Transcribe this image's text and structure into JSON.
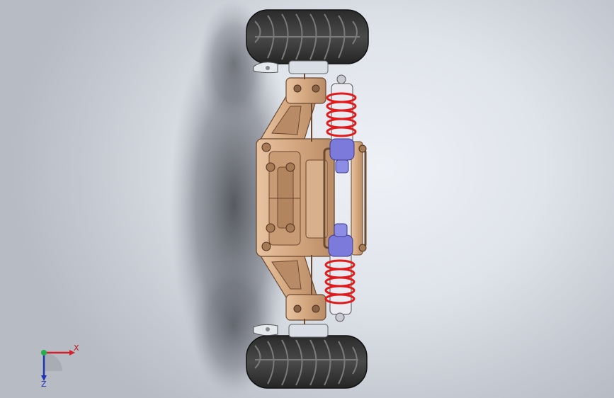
{
  "viewport": {
    "background": "gradient-grey",
    "model": {
      "name": "rc-car-chassis-suspension-assembly",
      "colors": {
        "chassis": "#d9b08c",
        "chassis_shade": "#b88b66",
        "tire": "#3a3a3a",
        "tread": "#6b6b6b",
        "spring": "#e01b1b",
        "shock_body": "#7c7bdc",
        "shadow": "#4a4d55"
      }
    },
    "triad": {
      "x_label": "X",
      "z_label": "Z",
      "x_color": "#d4202a",
      "y_color": "#22b04b",
      "z_color": "#1d34b8"
    }
  }
}
